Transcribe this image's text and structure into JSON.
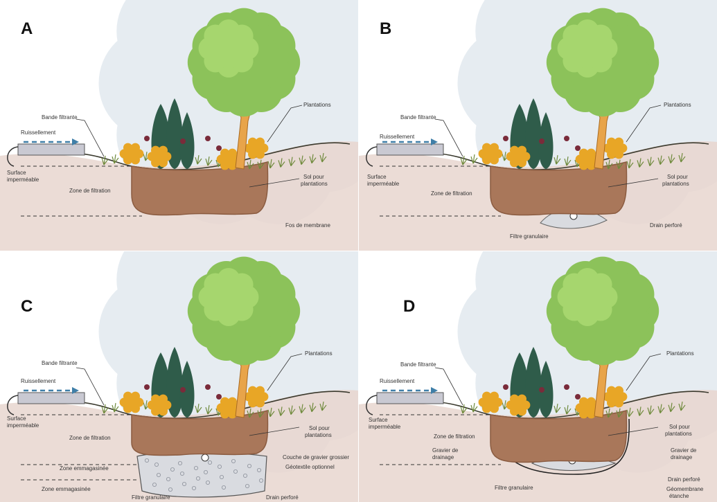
{
  "panels": [
    {
      "letter": "A",
      "labels": {
        "bande": "Bande filtrante",
        "ruissellement": "Ruissellement",
        "surface1": "Surface",
        "surface2": "imperméable",
        "zone_filtration": "Zone de filtration",
        "plantations": "Plantations",
        "sol1": "Sol pour",
        "sol2": "plantations",
        "bottom_right": "Fos de membrane"
      }
    },
    {
      "letter": "B",
      "labels": {
        "bande": "Bande filtrante",
        "ruissellement": "Ruissellement",
        "surface1": "Surface",
        "surface2": "imperméable",
        "zone_filtration": "Zone de filtration",
        "plantations": "Plantations",
        "sol1": "Sol pour",
        "sol2": "plantations",
        "drain": "Drain perforé",
        "filtre": "Filtre granulaire"
      }
    },
    {
      "letter": "C",
      "labels": {
        "bande": "Bande filtrante",
        "ruissellement": "Ruissellement",
        "surface1": "Surface",
        "surface2": "imperméable",
        "zone_filtration": "Zone de filtration",
        "zone_emmag": "Zone emmagasinée",
        "zone_emmag2": "Zone emmagasinée",
        "plantations": "Plantations",
        "sol1": "Sol pour",
        "sol2": "plantations",
        "couche": "Couche de gravier grossier",
        "geotextile": "Géotextile optionnel",
        "drain": "Drain perforé",
        "filtre": "Filtre granulaire"
      }
    },
    {
      "letter": "D",
      "labels": {
        "bande": "Bande filtrante",
        "ruissellement": "Ruissellement",
        "surface1": "Surface",
        "surface2": "imperméable",
        "zone_filtration": "Zone de filtration",
        "gravier_left1": "Gravier de",
        "gravier_left2": "drainage",
        "plantations": "Plantations",
        "sol1": "Sol pour",
        "sol2": "plantations",
        "gravier_right1": "Gravier de",
        "gravier_right2": "drainage",
        "drain": "Drain perforé",
        "filtre": "Filtre granulaire",
        "geomembrane1": "Géomembrane",
        "geomembrane2": "étanche"
      }
    }
  ],
  "colors": {
    "ground": "#e8d6cf",
    "soil": "#a9775a",
    "soil_dark": "#8a5b40",
    "grass": "#6f8a3c",
    "tree_leaf": "#8cc25a",
    "tree_trunk": "#e8a44a",
    "conifer": "#2f5c4a",
    "flower": "#e8a626",
    "gravel": "#d9dbe0",
    "sky": "#e6ecf1",
    "water_arrow": "#3f7fa8"
  }
}
